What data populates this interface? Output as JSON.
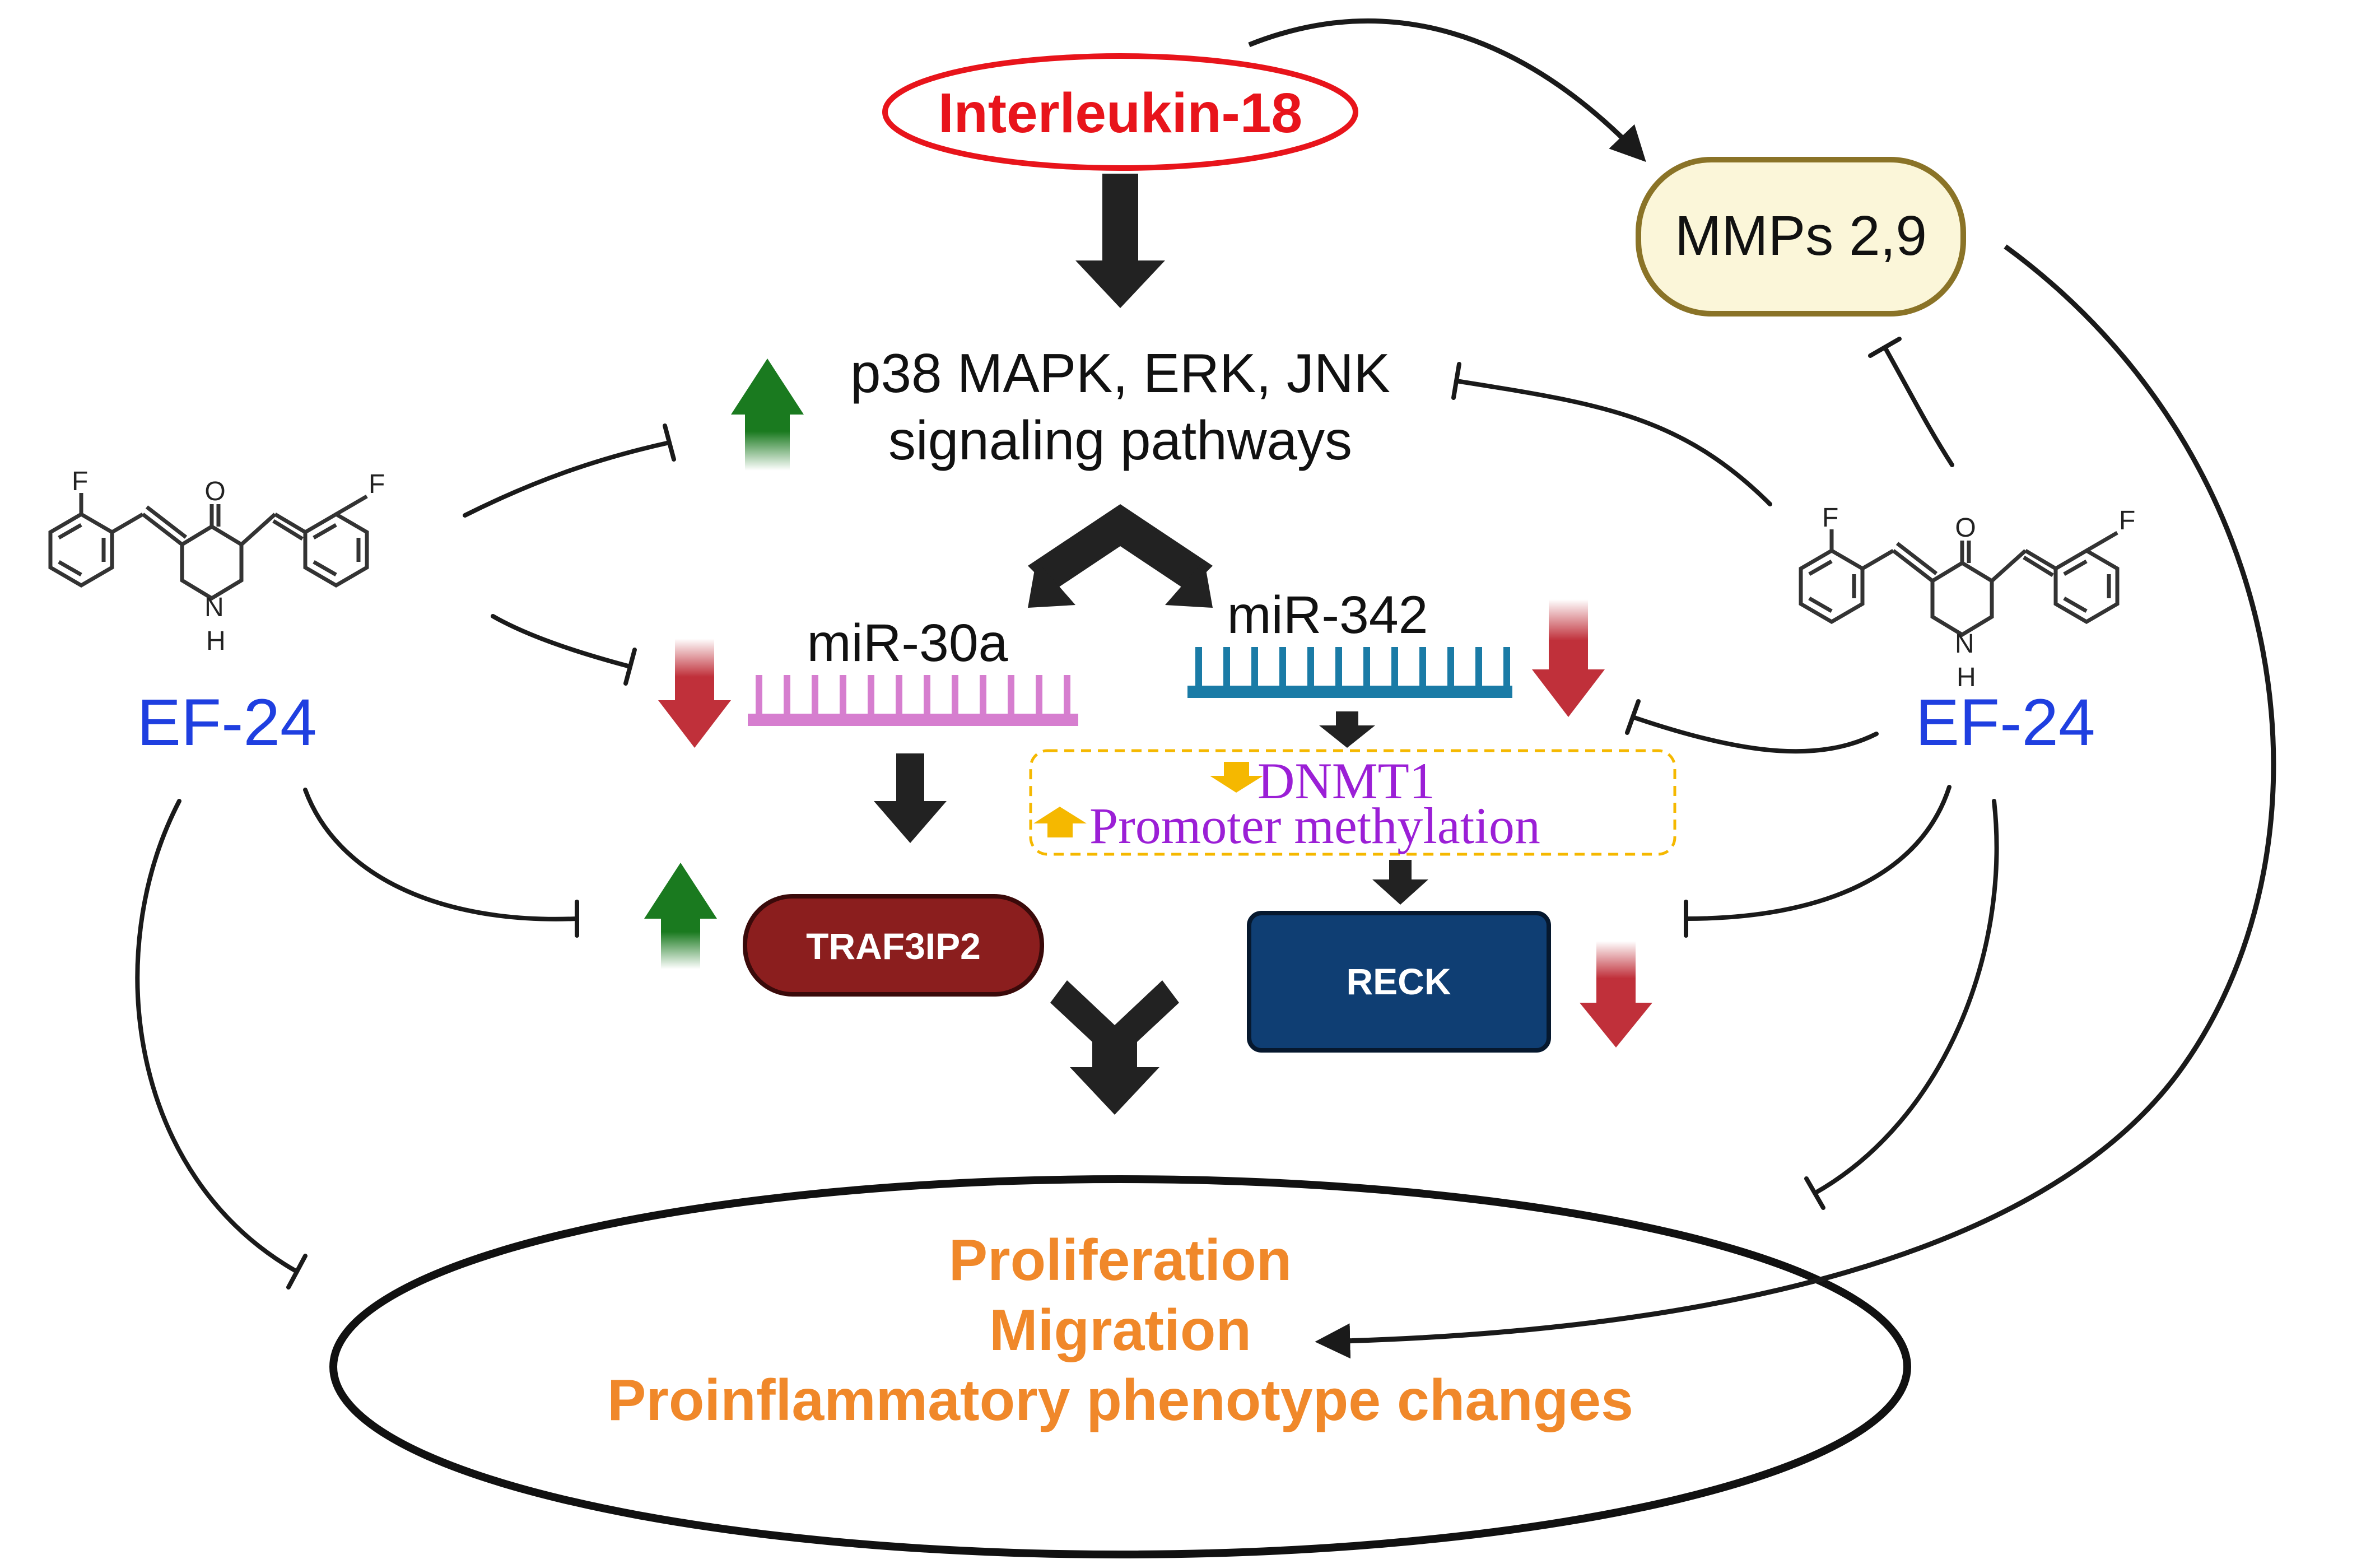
{
  "nodes": {
    "il18": "Interleukin-18",
    "mmps": "MMPs 2,9",
    "mapk_line1": "p38 MAPK, ERK, JNK",
    "mapk_line2": "signaling pathways",
    "mir30a": "miR-30a",
    "mir342": "miR-342",
    "dnmt1": "DNMT1",
    "promoter": "Promoter methylation",
    "traf3ip2": "TRAF3IP2",
    "reck": "RECK",
    "drug_left": "EF-24",
    "drug_right": "EF-24"
  },
  "outcomes": [
    "Proliferation",
    "Migration",
    "Proinflammatory phenotype changes"
  ],
  "molecule_atoms": {
    "fluorine": "F",
    "oxygen": "O",
    "nitrogen": "N",
    "hydrogen": "H"
  },
  "colors": {
    "il18": "#e8141b",
    "outcome_text": "#f0882a",
    "ef24": "#1f3fe0",
    "dnmt_text": "#9b1fd6",
    "traf3ip2_fill": "#8b1e1e",
    "reck_fill": "#0f3e73",
    "mmps_fill": "#fbf6d9",
    "mmps_border": "#8a7327",
    "mir30a": "#d67ecf",
    "mir342": "#1a7ba6",
    "up_arrow": "#1a7a1f",
    "down_arrow": "#c0303a",
    "small_arrow": "#f5b800"
  }
}
